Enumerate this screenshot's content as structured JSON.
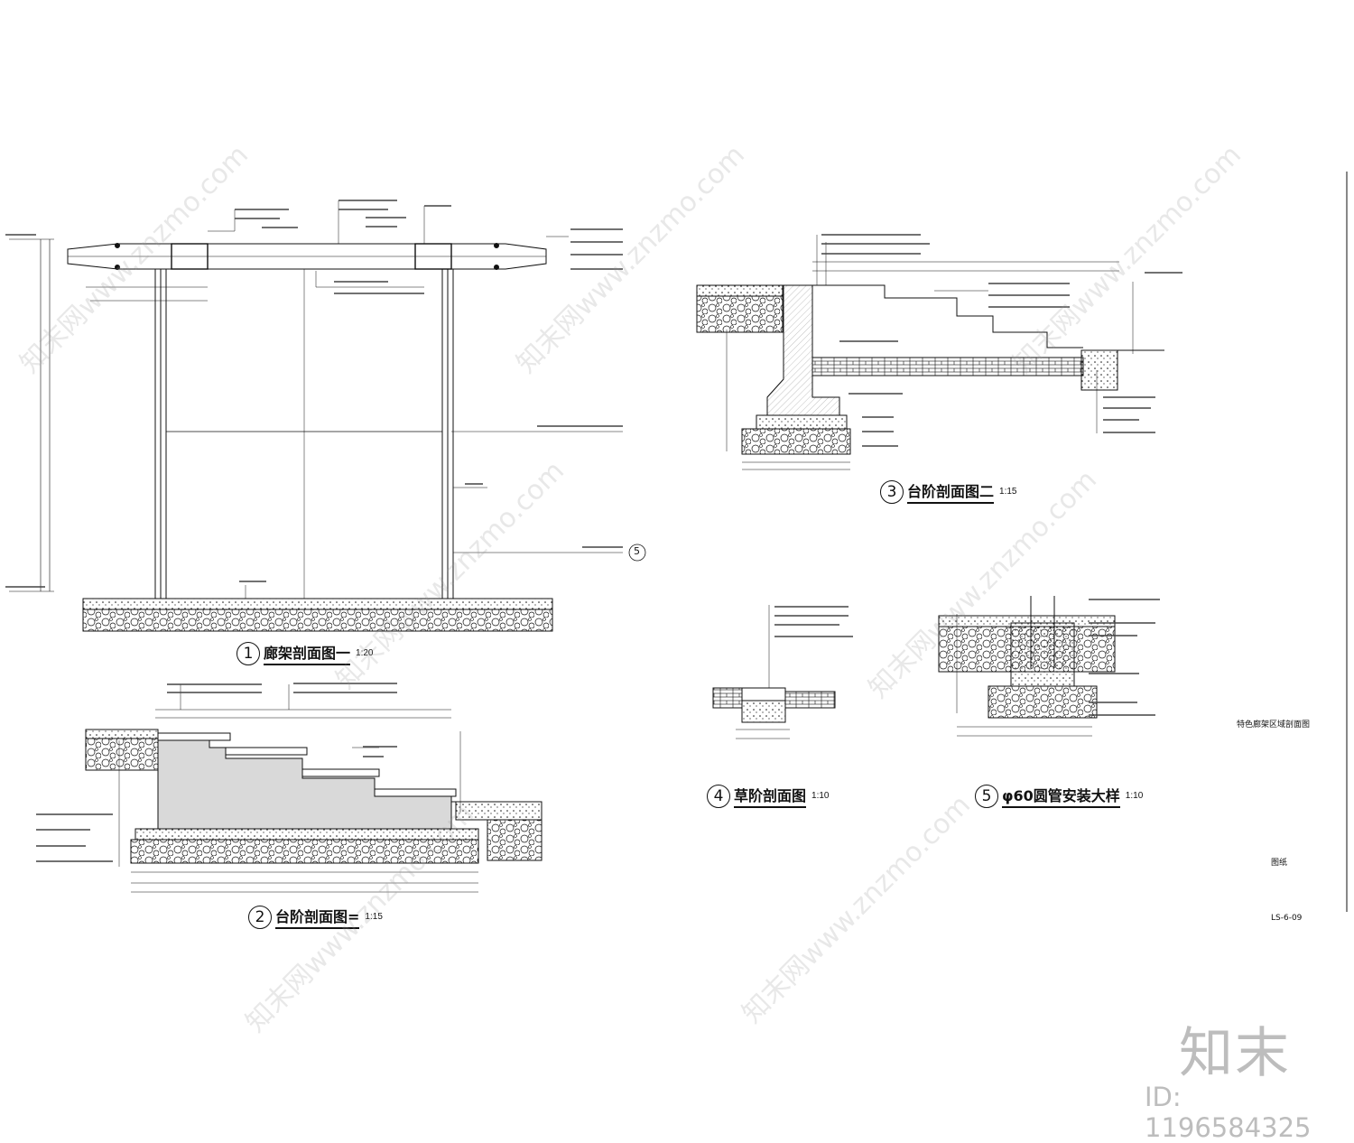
{
  "drawings": [
    {
      "number": "1",
      "name": "廊架剖面图一",
      "scale": "1:20"
    },
    {
      "number": "2",
      "name": "台阶剖面图=",
      "scale": "1:15"
    },
    {
      "number": "3",
      "name": "台阶剖面图二",
      "scale": "1:15"
    },
    {
      "number": "4",
      "name": "草阶剖面图",
      "scale": "1:10"
    },
    {
      "number": "5",
      "name": "φ60圆管安装大样",
      "scale": "1:10"
    }
  ],
  "section_marker": {
    "number": "5"
  },
  "side_labels": {
    "a": "特色廊架区域剖面图",
    "b": "图纸",
    "c": "LS-6-09"
  },
  "watermark": {
    "text": "知末网www.znzmo.com"
  },
  "brand": {
    "logo": "知末",
    "id": "ID: 1196584325"
  },
  "colors": {
    "line": "#111111",
    "hatch": "#d9d9d9",
    "watermark": "#bdbdbd"
  }
}
